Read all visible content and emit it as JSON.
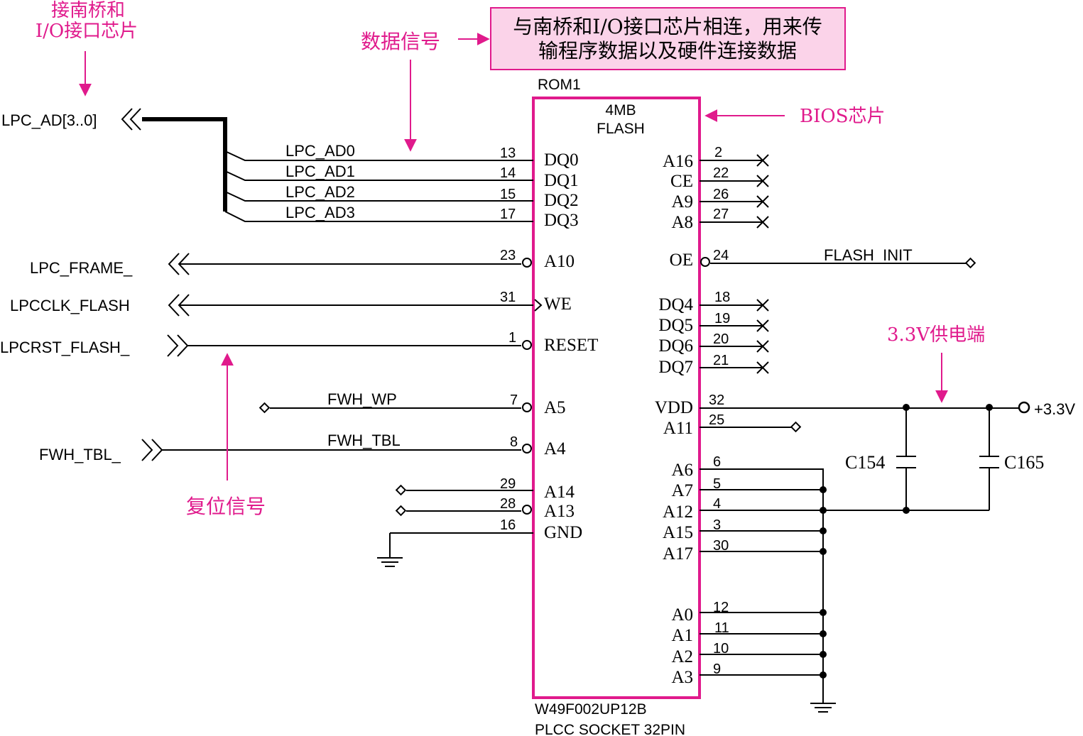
{
  "chip": {
    "ref": "ROM1",
    "type_line1": "4MB",
    "type_line2": "FLASH",
    "part_number": "W49F002UP12B",
    "package": "PLCC SOCKET 32PIN"
  },
  "colors": {
    "accent": "#e01a8c",
    "wire": "#000000",
    "box_fill": "#fbd3e9"
  },
  "annotations": {
    "southbridge_line1": "接南桥和",
    "southbridge_line2": "I/O接口芯片",
    "data_signal": "数据信号",
    "box_line1": "与南桥和I/O接口芯片相连，用来传",
    "box_line2": "输程序数据以及硬件连接数据",
    "bios_chip": "BIOS芯片",
    "power_end": "3.3V供电端",
    "reset_signal": "复位信号"
  },
  "nets": {
    "lpc_ad": "LPC_AD[3..0]",
    "ad0": "LPC_AD0",
    "ad1": "LPC_AD1",
    "ad2": "LPC_AD2",
    "ad3": "LPC_AD3",
    "frame": "LPC_FRAME_",
    "clk": "LPCCLK_FLASH",
    "rst": "LPCRST_FLASH_",
    "fwh_wp": "FWH_WP",
    "fwh_tbl_wire": "FWH_TBL",
    "fwh_tbl_port": "FWH_TBL_",
    "flash_init": "FLASH_INIT",
    "vcc": "+3.3V",
    "c154": "C154",
    "c165": "C165"
  },
  "left_pins": [
    {
      "name": "DQ0",
      "num": "13"
    },
    {
      "name": "DQ1",
      "num": "14"
    },
    {
      "name": "DQ2",
      "num": "15"
    },
    {
      "name": "DQ3",
      "num": "17"
    },
    {
      "name": "A10",
      "num": "23"
    },
    {
      "name": "WE",
      "num": "31"
    },
    {
      "name": "RESET",
      "num": "1"
    },
    {
      "name": "A5",
      "num": "7"
    },
    {
      "name": "A4",
      "num": "8"
    },
    {
      "name": "A14",
      "num": "29"
    },
    {
      "name": "A13",
      "num": "28"
    },
    {
      "name": "GND",
      "num": "16"
    }
  ],
  "right_pins": [
    {
      "name": "A16",
      "num": "2"
    },
    {
      "name": "CE",
      "num": "22"
    },
    {
      "name": "A9",
      "num": "26"
    },
    {
      "name": "A8",
      "num": "27"
    },
    {
      "name": "OE",
      "num": "24"
    },
    {
      "name": "DQ4",
      "num": "18"
    },
    {
      "name": "DQ5",
      "num": "19"
    },
    {
      "name": "DQ6",
      "num": "20"
    },
    {
      "name": "DQ7",
      "num": "21"
    },
    {
      "name": "VDD",
      "num": "32"
    },
    {
      "name": "A11",
      "num": "25"
    },
    {
      "name": "A6",
      "num": "6"
    },
    {
      "name": "A7",
      "num": "5"
    },
    {
      "name": "A12",
      "num": "4"
    },
    {
      "name": "A15",
      "num": "3"
    },
    {
      "name": "A17",
      "num": "30"
    },
    {
      "name": "A0",
      "num": "12"
    },
    {
      "name": "A1",
      "num": "11"
    },
    {
      "name": "A2",
      "num": "10"
    },
    {
      "name": "A3",
      "num": "9"
    }
  ]
}
